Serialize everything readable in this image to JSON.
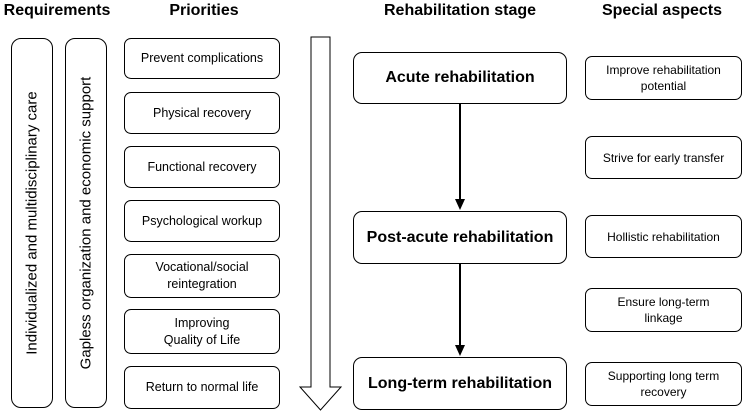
{
  "headers": {
    "requirements": "Requirements",
    "priorities": "Priorities",
    "stage": "Rehabilitation stage",
    "special": "Special aspects"
  },
  "requirements": [
    "Individualized and multidisciplinary care",
    "Gapless organization and economic support"
  ],
  "priorities": [
    "Prevent complications",
    "Physical recovery",
    "Functional recovery",
    "Psychological workup",
    "Vocational/social\nreintegration",
    "Improving\nQuality of Life",
    "Return to normal life"
  ],
  "stages": [
    "Acute rehabilitation",
    "Post-acute rehabilitation",
    "Long-term rehabilitation"
  ],
  "special_aspects": [
    "Improve rehabilitation\npotential",
    "Strive for early transfer",
    "Hollistic rehabilitation",
    "Ensure long-term\nlinkage",
    "Supporting long term\nrecovery"
  ]
}
